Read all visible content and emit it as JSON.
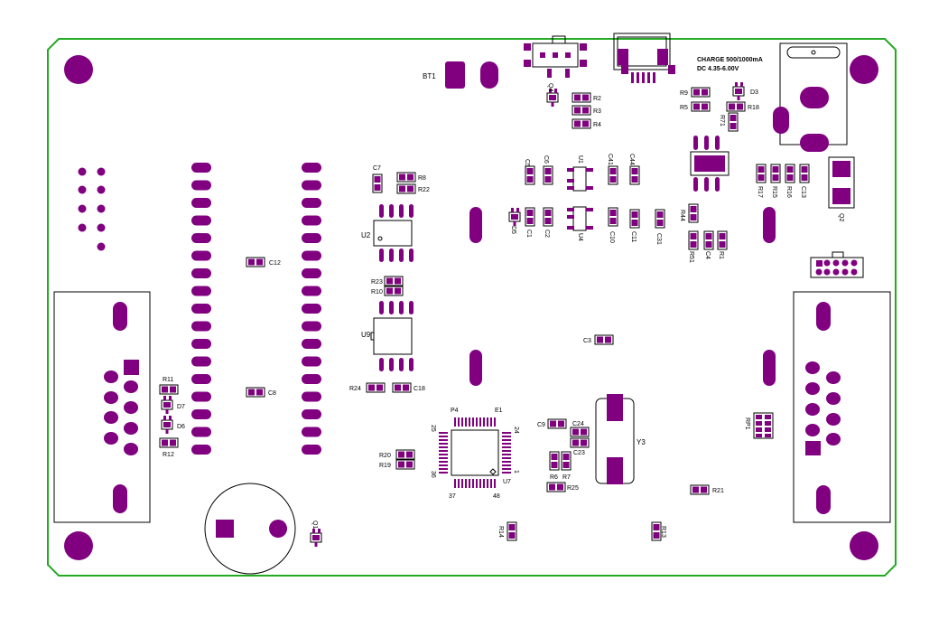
{
  "colors": {
    "pad": "#800080",
    "edge": "#22aa22",
    "silk": "#000000",
    "background": "#ffffff"
  },
  "notes": {
    "line1": "CHARGE 500/1000mA",
    "line2": "DC 4.35-6.00V"
  },
  "labels": {
    "BT1": "BT1",
    "Q4": "Q4",
    "R2": "R2",
    "R3": "R3",
    "R4": "R4",
    "R9": "R9",
    "R5": "R5",
    "D3": "D3",
    "R18": "R18",
    "R71": "R71",
    "C7": "C7",
    "R8": "R8",
    "R22": "R22",
    "U2": "U2",
    "C5": "C5",
    "C6": "C6",
    "U1": "U1",
    "C41": "C41",
    "C44": "C44",
    "D5": "D5",
    "C1": "C1",
    "C2": "C2",
    "U4": "U4",
    "C10": "C10",
    "C11": "C11",
    "C31": "C31",
    "R44": "R44",
    "R51": "R51",
    "C4": "C4",
    "R1": "R1",
    "R17": "R17",
    "R15": "R15",
    "R16": "R16",
    "C13": "C13",
    "Q2": "Q2",
    "C12": "C12",
    "R23": "R23",
    "R10": "R10",
    "U9": "U9",
    "R24": "R24",
    "C18": "C18",
    "C3": "C3",
    "C8": "C8",
    "R11": "R11",
    "D7": "D7",
    "D6": "D6",
    "R12": "R12",
    "P4": "P4",
    "E1": "E1",
    "pin25": "25",
    "pin24": "24",
    "pin36": "36",
    "pin1": "1",
    "pin37": "37",
    "pin48": "48",
    "U7": "U7",
    "R20": "R20",
    "R19": "R19",
    "C9": "C9",
    "C24": "C24",
    "C23": "C23",
    "R6": "R6",
    "R7": "R7",
    "R25": "R25",
    "Y3": "Y3",
    "RP1": "RP1",
    "R21": "R21",
    "R14": "R14",
    "R13": "R13",
    "Q1": "Q1"
  }
}
